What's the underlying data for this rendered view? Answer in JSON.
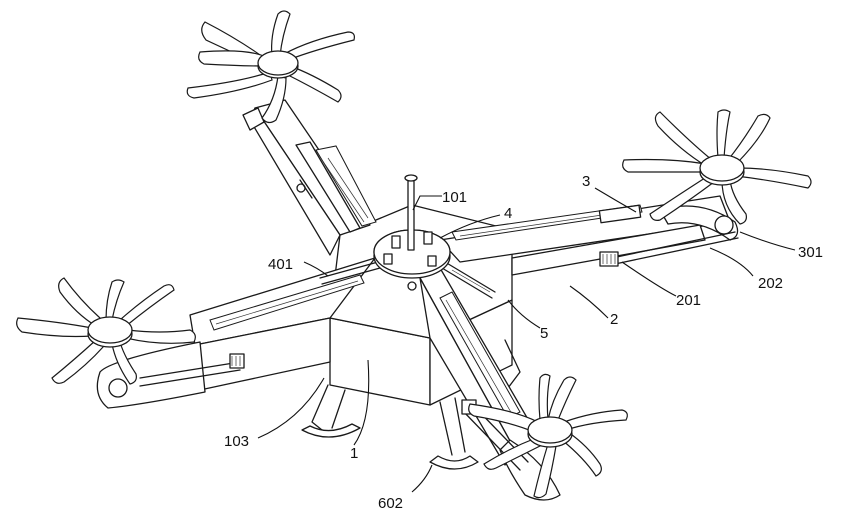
{
  "labels": {
    "l101": "101",
    "l4": "4",
    "l3": "3",
    "l301": "301",
    "l202": "202",
    "l201": "201",
    "l2": "2",
    "l5": "5",
    "l401": "401",
    "l103": "103",
    "l1": "1",
    "l602": "602"
  },
  "colors": {
    "line": "#1a1a1a",
    "background": "#ffffff"
  }
}
